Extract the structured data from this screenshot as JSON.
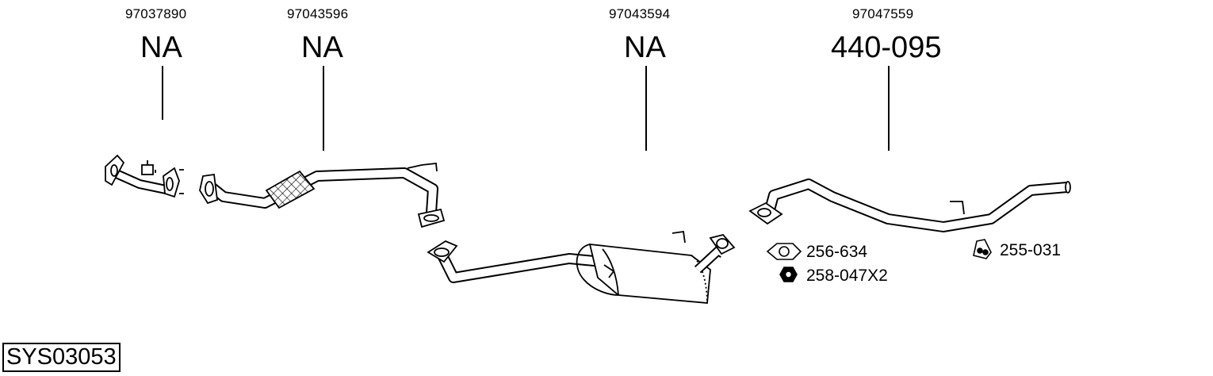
{
  "parts": [
    {
      "oe": "97037890",
      "part_number": "NA"
    },
    {
      "oe": "97043596",
      "part_number": "NA"
    },
    {
      "oe": "97043594",
      "part_number": "NA"
    },
    {
      "oe": "97047559",
      "part_number": "440-095"
    }
  ],
  "accessories": [
    {
      "code": "256-634",
      "icon": "gasket-icon"
    },
    {
      "code": "258-047X2",
      "icon": "nut-icon"
    },
    {
      "code": "255-031",
      "icon": "rubber-mount-icon"
    }
  ],
  "system_code": "SYS03053"
}
